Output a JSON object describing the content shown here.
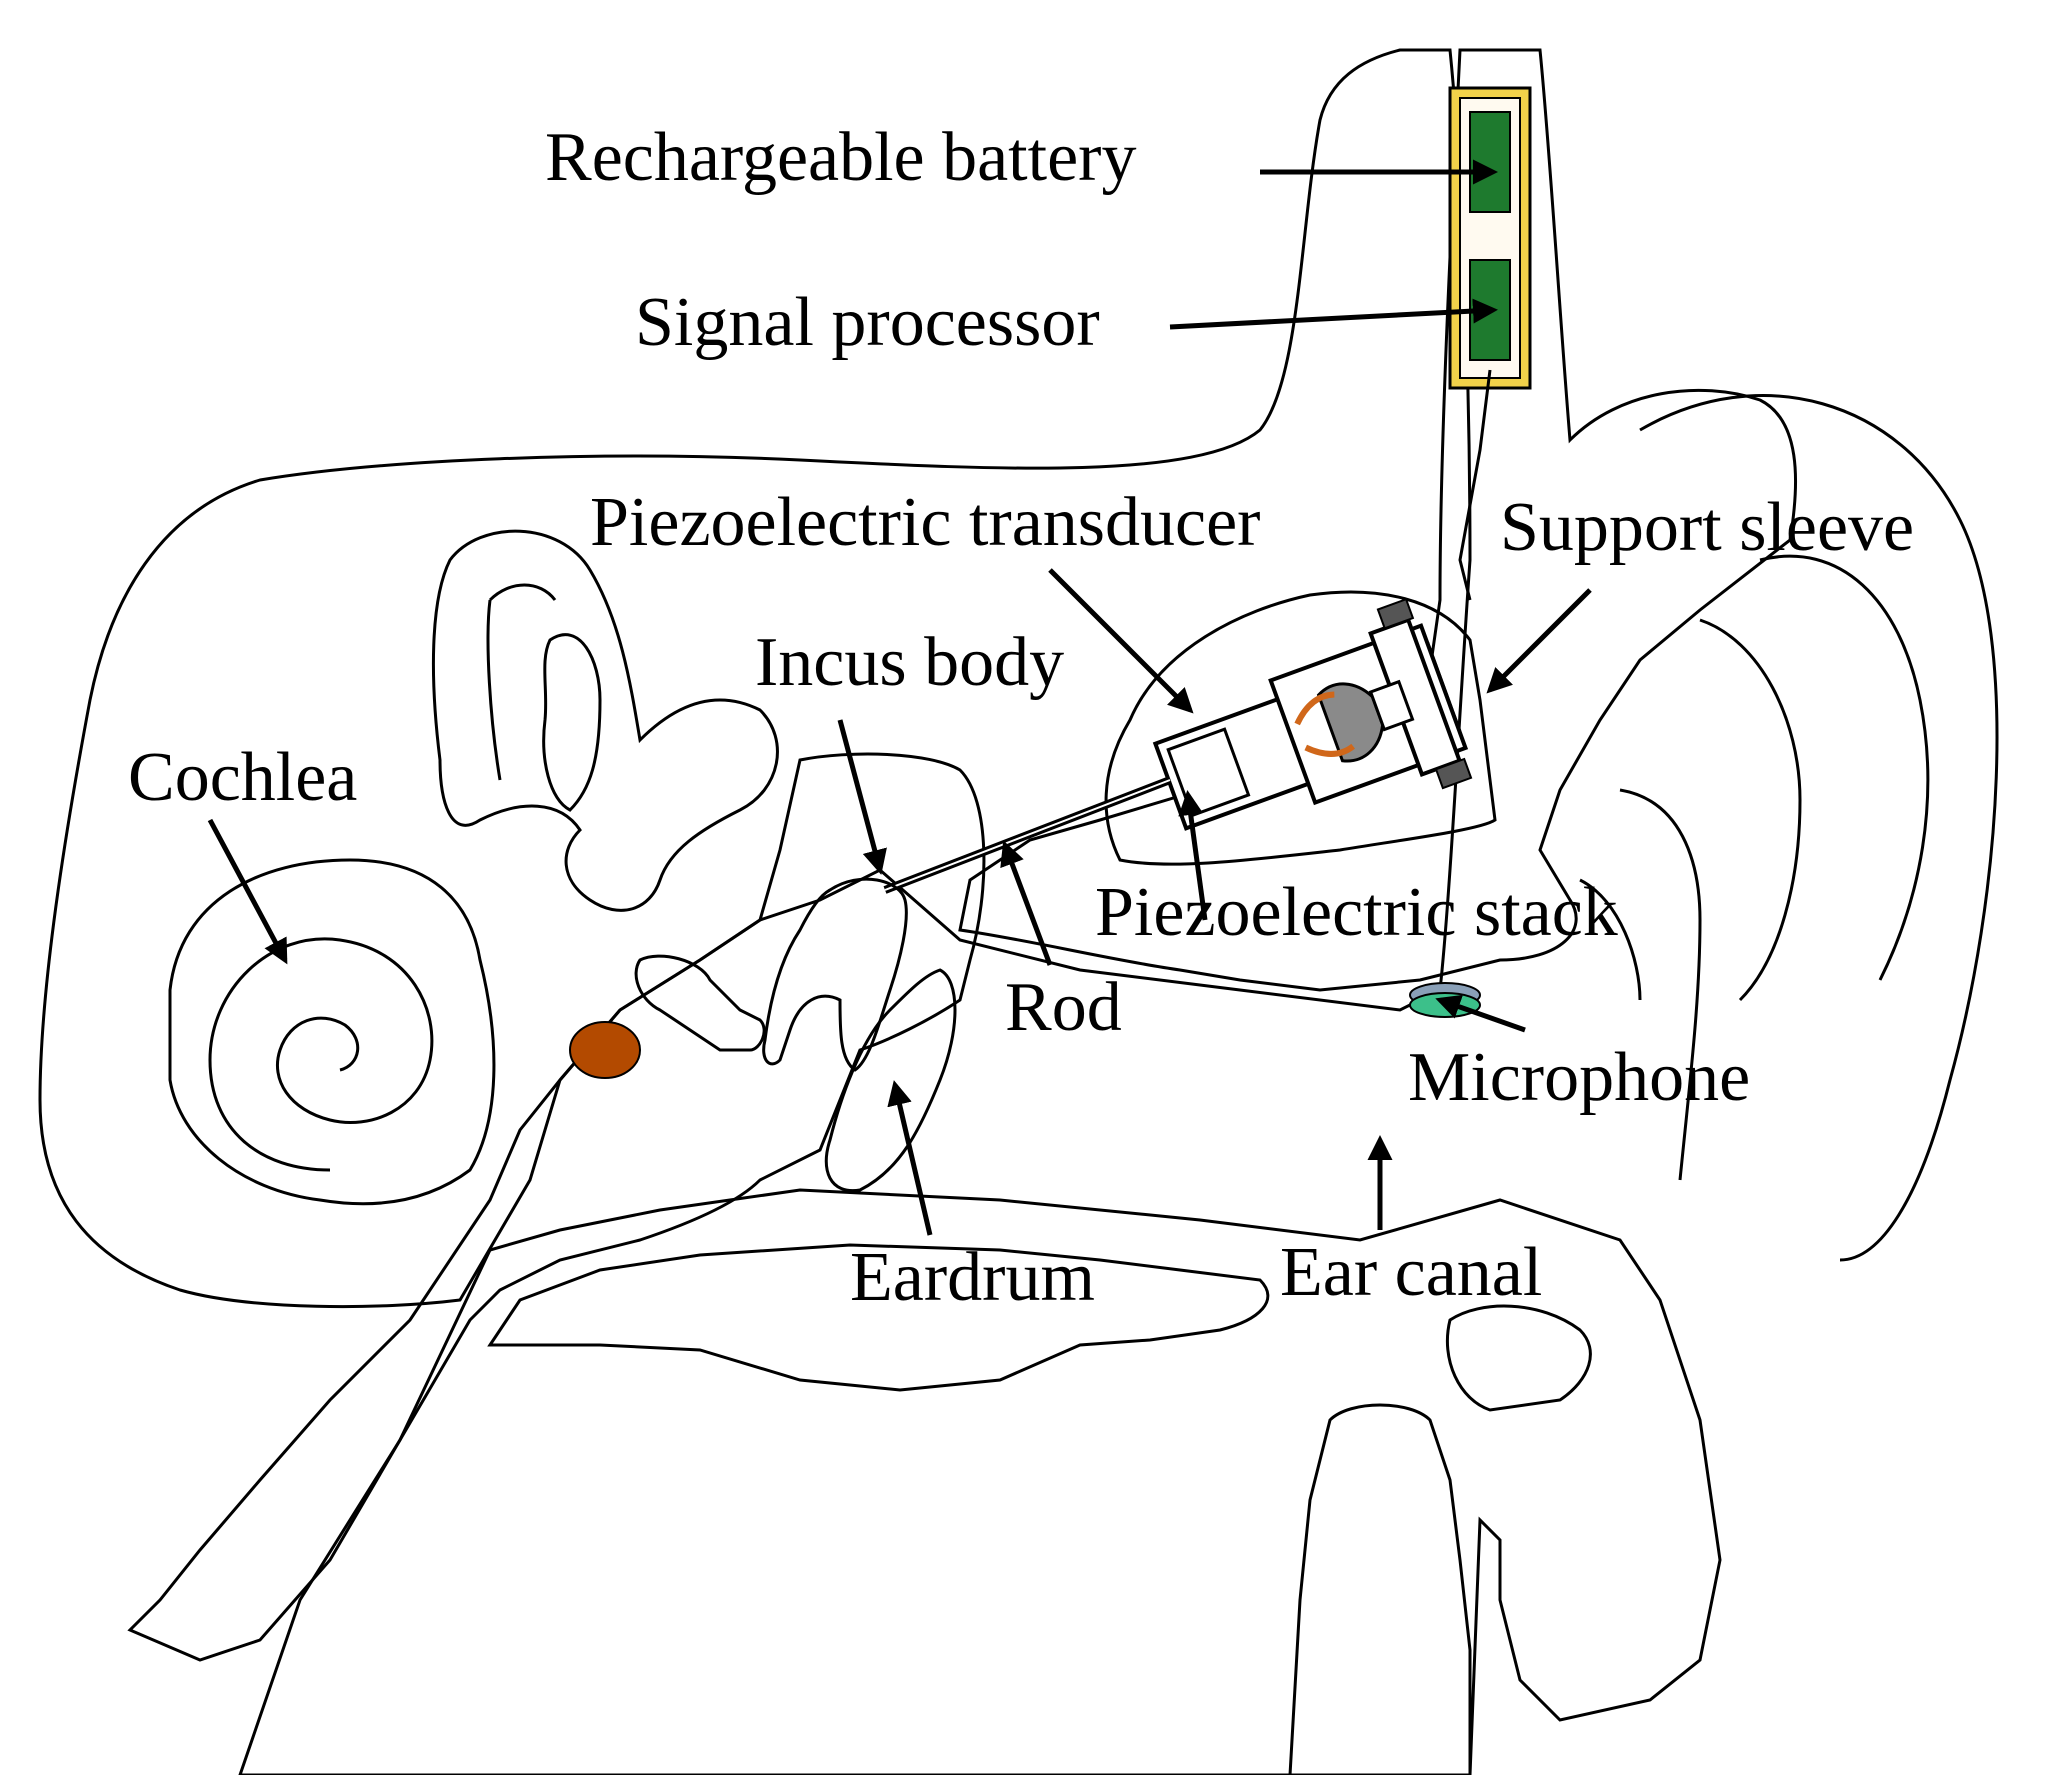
{
  "colors": {
    "skull_gray": "#c8c8c8",
    "middle_ear_dark": "#7a7a7a",
    "skin": "#fad7b0",
    "canal_skin": "#f6dccf",
    "cochlea": "#f9bd66",
    "canal_fluid": "#fbd79a",
    "eardrum": "#e05a4e",
    "round_window": "#b34a00",
    "battery_frame": "#f2d24a",
    "battery_cell": "#1e7a2e",
    "cartilage": "#e6e4f2",
    "microphone": "#3cc08a"
  },
  "labels": {
    "rechargeable_battery": "Rechargeable battery",
    "signal_processor": "Signal processor",
    "piezoelectric_transducer": "Piezoelectric transducer",
    "support_sleeve": "Support sleeve",
    "incus_body": "Incus body",
    "cochlea": "Cochlea",
    "piezoelectric_stack": "Piezoelectric stack",
    "rod": "Rod",
    "microphone": "Microphone",
    "eardrum": "Eardrum",
    "ear_canal": "Ear canal"
  }
}
